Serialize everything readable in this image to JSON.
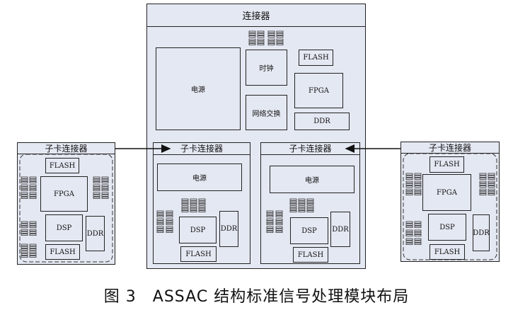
{
  "main_board": {
    "connector_title": "连接器",
    "power": "电源",
    "clock": "时钟",
    "network_switch": "网络交换",
    "flash": "FLASH",
    "fpga": "FPGA",
    "ddr": "DDR"
  },
  "inner_card_left": {
    "connector_title": "子卡连接器",
    "power": "电源",
    "dsp": "DSP",
    "ddr": "DDR",
    "flash": "FLASH"
  },
  "inner_card_right": {
    "connector_title": "子卡连接器",
    "power": "电源",
    "dsp": "DSP",
    "ddr": "DDR",
    "flash": "FLASH"
  },
  "side_card_left": {
    "connector_title": "子卡连接器",
    "flash_top": "FLASH",
    "fpga": "FPGA",
    "dsp": "DSP",
    "ddr": "DDR",
    "flash_bottom": "FLASH"
  },
  "side_card_right": {
    "connector_title": "子卡连接器",
    "flash_top": "FLASH",
    "fpga": "FPGA",
    "dsp": "DSP",
    "ddr": "DDR",
    "flash_bottom": "FLASH"
  },
  "caption": "图 3　ASSAC 结构标准信号处理模块布局",
  "colors": {
    "panel_fill": "#e4e8f2",
    "stroke": "#222222",
    "chip_stroke": "#333333"
  }
}
